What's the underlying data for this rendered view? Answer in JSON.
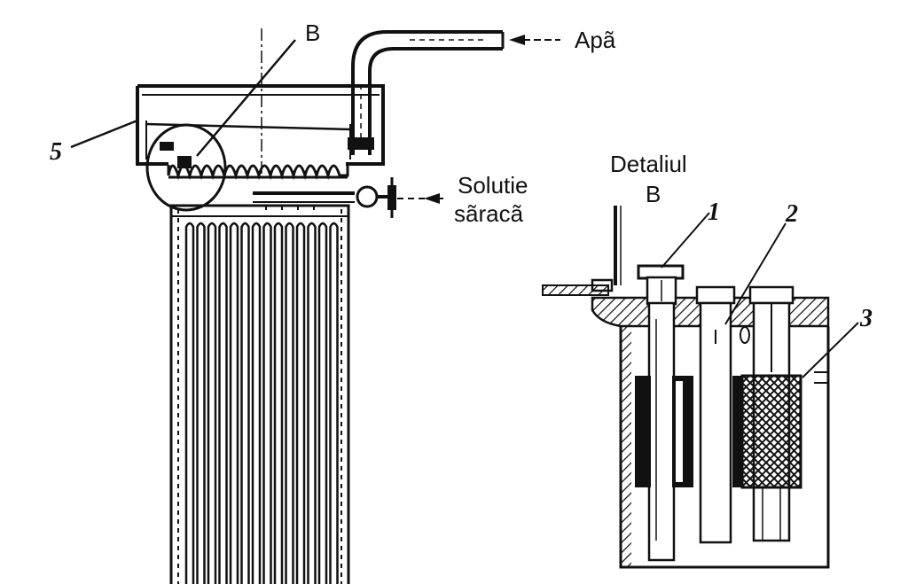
{
  "labels": {
    "water": "Apã",
    "b_top": "B",
    "five": "5",
    "solution_line1": "Solutie",
    "solution_line2": "sãracã",
    "detail_line1": "Detaliul",
    "detail_line2": "B",
    "one": "1",
    "two": "2",
    "three": "3"
  },
  "colors": {
    "ink": "#111111",
    "background": "#ffffff"
  }
}
